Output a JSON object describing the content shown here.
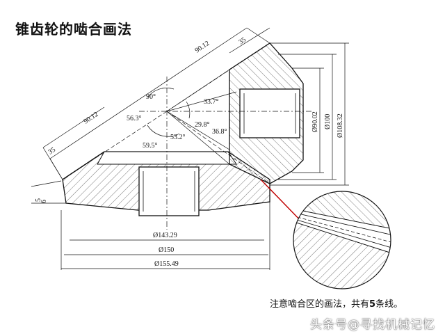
{
  "title": "锥齿轮的啮合画法",
  "dims": {
    "top_length": "90.12",
    "top_face": "35",
    "left_length": "90.12",
    "left_face": "35",
    "side_5": "5",
    "side_6": "6",
    "d1": "Ø143.29",
    "d2": "Ø150",
    "d3": "Ø155.49",
    "v1": "Ø90.02",
    "v2": "Ø100",
    "v3": "Ø108.32"
  },
  "angles": {
    "a90": "90°",
    "a33_7": "33.7°",
    "a56_3": "56.3°",
    "a29_8": "29.8°",
    "a36_8": "36.8°",
    "a53_2": "53.2°",
    "a59_5": "59.5°"
  },
  "note": {
    "prefix": "注意啮合区的画法，共有",
    "count": "5",
    "suffix": "条线。"
  },
  "watermark": "头条号@寻找机械记忆"
}
